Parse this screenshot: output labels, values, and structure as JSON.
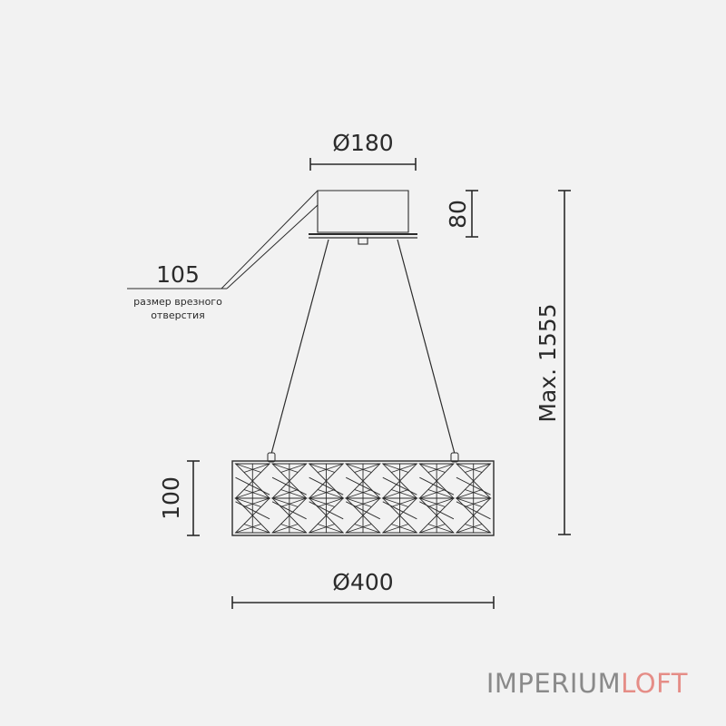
{
  "dimensions": {
    "canopy_diameter": "Ø180",
    "canopy_height": "80",
    "cutout_size": "105",
    "cutout_caption_line1": "размер врезного",
    "cutout_caption_line2": "отверстия",
    "max_height": "Max. 1555",
    "shade_height": "100",
    "shade_diameter": "Ø400"
  },
  "brand": {
    "part1": "IMPERIUM",
    "part2": "LOFT"
  },
  "colors": {
    "background": "#f2f2f2",
    "line": "#2b2b2b",
    "brand_gray": "#8a8a8a",
    "brand_accent": "#e58d87"
  }
}
